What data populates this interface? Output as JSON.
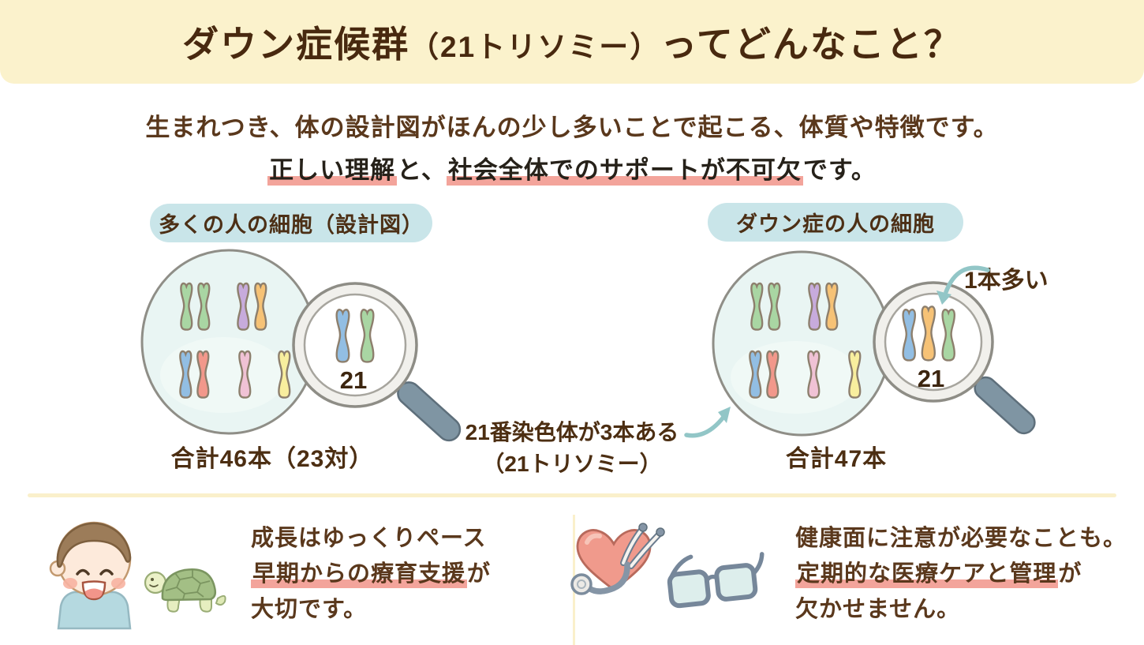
{
  "colors": {
    "banner_bg": "#fbf2cc",
    "title_brown": "#48290f",
    "text_brown": "#5a381c",
    "text_dark": "#262119",
    "underline_pink": "#f3a49b",
    "pill_bg": "#c9e5e9",
    "pill_text": "#4c2f15",
    "cell_fill": "#e9f5f3",
    "cell_stroke": "#8f8e87",
    "chrom_outline": "#8d7f6d",
    "chrom_green": "#a9d6a3",
    "chrom_purple": "#c7abdc",
    "chrom_orange": "#f6c276",
    "chrom_blue": "#92bee3",
    "chrom_salmon": "#f2988b",
    "chrom_pink": "#f0c2d5",
    "chrom_yellow": "#f8ee9e",
    "magnifier_rim": "#8e8d86",
    "magnifier_face": "#f1f0ec",
    "magnifier_handle": "#7f95a3",
    "arrow_teal": "#92c6c7",
    "divider": "#faf0cb",
    "label_brown": "#4c2e12"
  },
  "header": {
    "title_main": "ダウン症候群",
    "title_paren": "（21トリソミー）",
    "title_tail": "ってどんなこと？"
  },
  "intro": {
    "line1": "生まれつき、体の設計図がほんの少し多いことで起こる、体質や特徴です。",
    "line2": {
      "highlight1": "正しい理解",
      "plain1": "と、",
      "highlight2": "社会全体でのサポートが不可欠",
      "plain2": "です。"
    }
  },
  "normal_cell": {
    "label": "多くの人の細胞（設計図）",
    "magnifier_number": "21",
    "total": "合計46本（23対）"
  },
  "down_cell": {
    "label": "ダウン症の人の細胞",
    "magnifier_number": "21",
    "extra_note": "1本多い",
    "total": "合計47本"
  },
  "trisomy_note": {
    "line1": "21番染色体が3本ある",
    "line2": "（21トリソミー）"
  },
  "growth_section": {
    "line1": "成長はゆっくりペース",
    "line2_highlight": "早期からの療育支援",
    "line2_tail": "が",
    "line3": "大切です。"
  },
  "health_section": {
    "line1": "健康面に注意が必要なことも。",
    "line2_highlight": "定期的な医療ケアと管理",
    "line2_tail": "が",
    "line3": "欠かせません。"
  }
}
